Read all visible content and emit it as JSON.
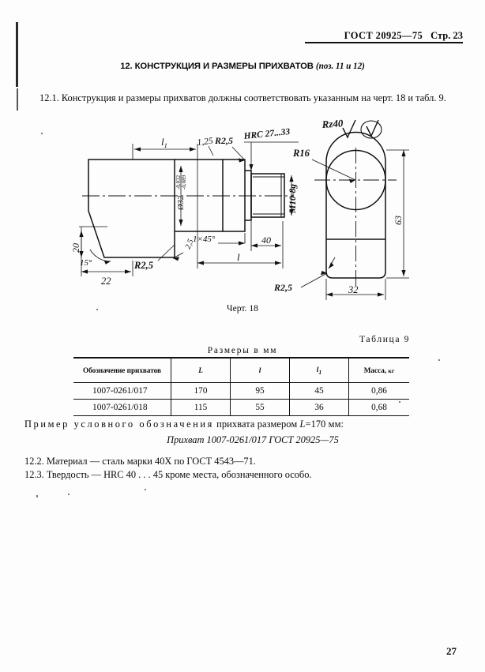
{
  "header": {
    "gost_id": "ГОСТ 20925—75",
    "page_label": "Стр. 23"
  },
  "section": {
    "title_main": "12. КОНСТРУКЦИЯ И РАЗМЕРЫ ПРИХВАТОВ",
    "title_pos": "(поз. 11 и 12)"
  },
  "paragraph_1": "12.1. Конструкция и размеры прихватов должны   соответствовать    указанным   на   черт. 18 и табл. 9.",
  "figure": {
    "caption": "Черт. 18",
    "surface_roughness_top": "Rz40",
    "surface_roughness_paren": "( )",
    "labels": {
      "l1": "l",
      "l1_sub": "1",
      "roughness_125": "1,25",
      "r25_top": "R2,5",
      "hrc_note": "HRC 27...33",
      "thread": "M10-8g",
      "diameter": "Ø32",
      "tol_upper": "-0,032",
      "tol_lower": "-0,089",
      "r25_mid": "R2,5",
      "chamfer": "1×45°",
      "dim_40": "40",
      "dim_l": "l",
      "dim_20": "20",
      "dim_15deg": "15°",
      "dim_22": "22",
      "dim_25_small": "2,5",
      "r16": "R16",
      "dim_63": "63",
      "dim_32": "32",
      "r25_right": "R2,5"
    }
  },
  "table": {
    "number_label": "Таблица 9",
    "units_label": "Размеры в мм",
    "headers": [
      "Обозначение прихватов",
      "L",
      "l",
      "l₁",
      "Масса,",
      "кг"
    ],
    "header_desig": "Обозначение прихватов",
    "header_L": "L",
    "header_l": "l",
    "header_l1": "l",
    "header_l1_sub": "1",
    "header_mass": "Масса,",
    "header_mass_unit": "кг",
    "rows": [
      {
        "designation": "1007-0261/017",
        "L": "170",
        "l": "95",
        "l1": "45",
        "mass": "0,86"
      },
      {
        "designation": "1007-0261/018",
        "L": "115",
        "l": "55",
        "l1": "36",
        "mass": "0,68"
      }
    ]
  },
  "example": {
    "lead_spaced": "Пример  условного  обозначения",
    "lead_rest": " прихвата размером ",
    "dim_symbol": "L",
    "dim_value": "=170 мм:",
    "designation_line": "Прихват 1007-0261/017 ГОСТ 20925—75"
  },
  "clauses": {
    "c122": "12.2. Материал — сталь марки 40Х по ГОСТ 4543—71.",
    "c123": "12.3. Твердость — HRC  40 . . . 45   кроме места, обозначенного особо."
  },
  "footer": {
    "page_number": "27"
  }
}
